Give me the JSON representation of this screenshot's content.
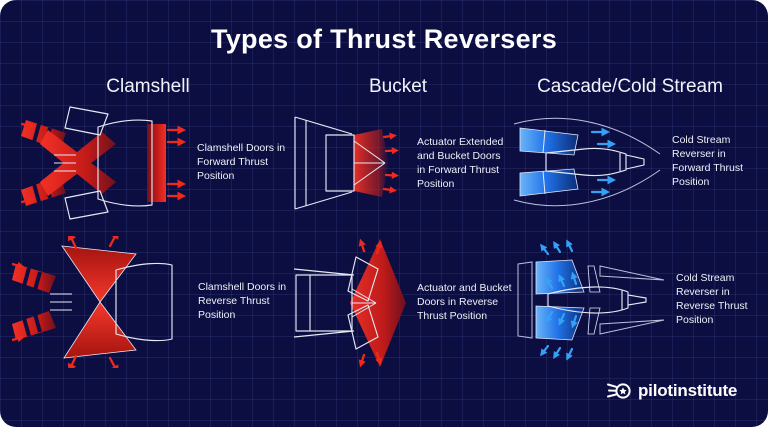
{
  "title": "Types of Thrust Reversers",
  "columns": [
    {
      "header": "Clamshell",
      "forward_label": "Clamshell Doors in Forward Thrust Position",
      "reverse_label": "Clamshell Doors in Reverse Thrust Position"
    },
    {
      "header": "Bucket",
      "forward_label": "Actuator Extended and Bucket Doors in Forward Thrust Position",
      "reverse_label": "Actuator and Bucket Doors in Reverse Thrust Position"
    },
    {
      "header": "Cascade/Cold Stream",
      "forward_label": "Cold Stream Reverser in Forward Thrust Position",
      "reverse_label": "Cold Stream Reverser in Reverse Thrust Position"
    }
  ],
  "logo": {
    "text": "pilotinstitute",
    "icon": "winged-star-icon"
  },
  "colors": {
    "background": "#0c0e41",
    "grid_line": "#3a4380",
    "hot_exhaust_red": "#ee2a1e",
    "cold_stream_blue": "#35a1f6",
    "outline_white": "#e6e8f4"
  }
}
